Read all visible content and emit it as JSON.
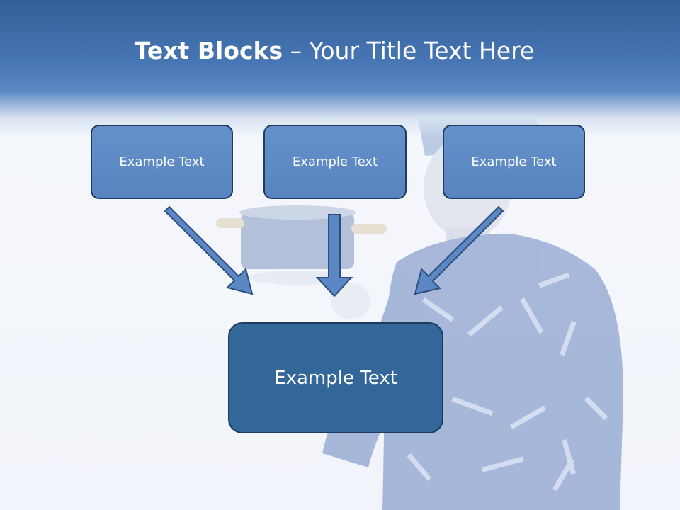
{
  "slide": {
    "title_bold": "Text Blocks",
    "title_rest": " – Your Title Text Here",
    "box1": "Example Text",
    "box2": "Example Text",
    "box3": "Example Text",
    "main_box": "Example Text"
  },
  "colors": {
    "header_blue": "#4776b4",
    "box_fill": "#5b88c4",
    "main_box_fill": "#336699",
    "border": "#1e3c62"
  },
  "background_image": "chef-with-pot"
}
